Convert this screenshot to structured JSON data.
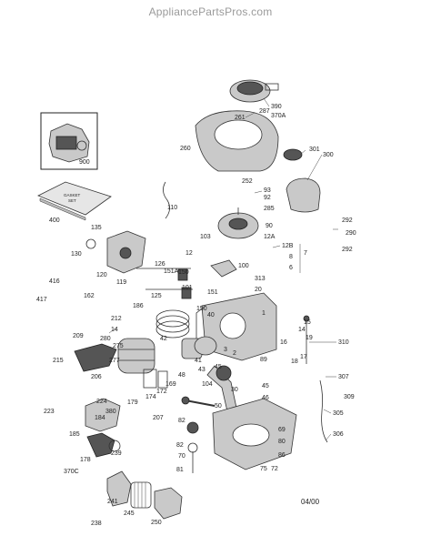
{
  "header": {
    "site": "AppliancePartsPros.com"
  },
  "date_code": "04/00",
  "inset": {
    "label": "900"
  },
  "gasket_set": {
    "text_line1": "GASKET",
    "text_line2": "SET",
    "label": "400"
  },
  "labels": {
    "l390": "390",
    "l370A": "370A",
    "l287": "287",
    "l261": "261",
    "l260": "260",
    "l301": "301",
    "l300": "300",
    "l252": "252",
    "l93": "93",
    "l92": "92",
    "l285": "285",
    "l110": "110",
    "l90": "90",
    "l103": "103",
    "l12A": "12A",
    "l12B": "12B",
    "l12": "12",
    "l8": "8",
    "l6": "6",
    "l7": "7",
    "l292a": "292",
    "l290": "290",
    "l292b": "292",
    "l135": "135",
    "l130": "130",
    "l120": "120",
    "l119": "119",
    "l126": "126",
    "l151A": "151A",
    "l150a": "150",
    "l100": "100",
    "l313": "313",
    "l20": "20",
    "l101": "101",
    "l151": "151",
    "l125": "125",
    "l150b": "150",
    "l416": "416",
    "l417": "417",
    "l162": "162",
    "l186": "186",
    "l212": "212",
    "l14a": "14",
    "l40": "40",
    "l1": "1",
    "l15": "15",
    "l14b": "14",
    "l209": "209",
    "l280": "280",
    "l275": "275",
    "l42": "42",
    "l19": "19",
    "l310": "310",
    "l16": "16",
    "l3": "3",
    "l2": "2",
    "l89": "89",
    "l18": "18",
    "l17": "17",
    "l215": "215",
    "l277": "277",
    "l206": "206",
    "l41": "41",
    "l45a": "45",
    "l43": "43",
    "l307": "307",
    "l48": "48",
    "l30": "30",
    "l169": "169",
    "l172": "172",
    "l174": "174",
    "l179": "179",
    "l45b": "45",
    "l309": "309",
    "l224": "224",
    "l104": "104",
    "l46": "46",
    "l223": "223",
    "l380": "380",
    "l184": "184",
    "l50": "50",
    "l207": "207",
    "l305": "305",
    "l69": "69",
    "l82a": "82",
    "l185": "185",
    "l239": "239",
    "l306": "306",
    "l80": "80",
    "l82b": "82",
    "l178": "178",
    "l86": "86",
    "l370C": "370C",
    "l70": "70",
    "l75": "75",
    "l72": "72",
    "l81": "81",
    "l241": "241",
    "l238": "238",
    "l245": "245",
    "l250": "250"
  }
}
